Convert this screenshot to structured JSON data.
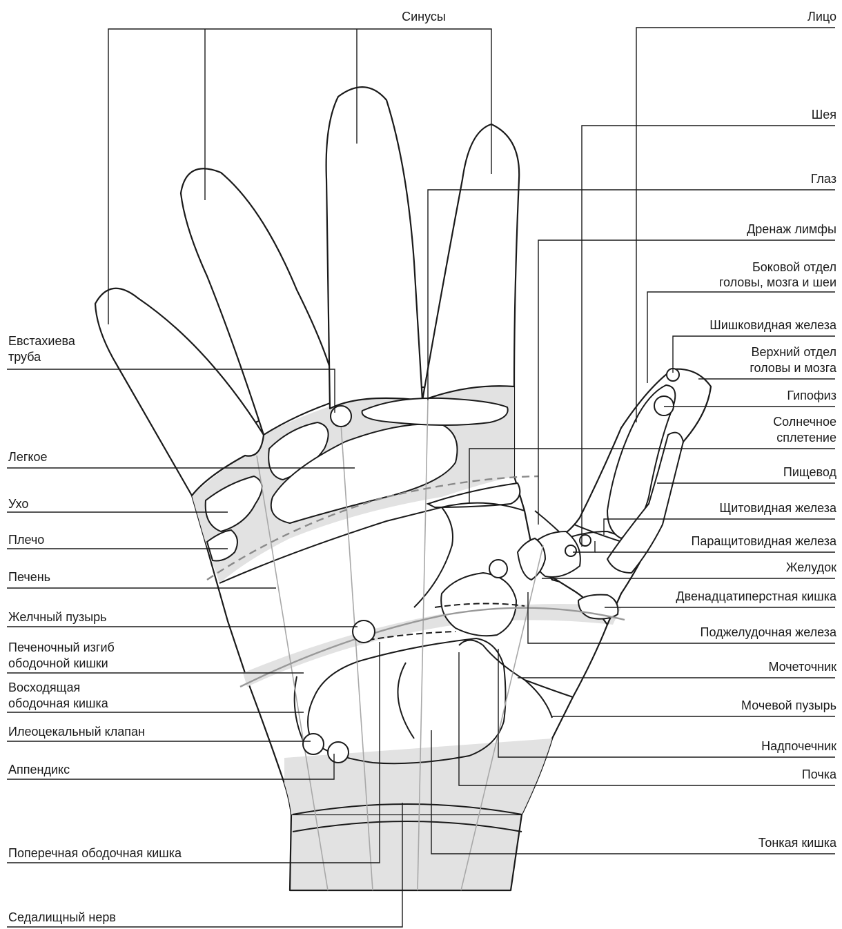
{
  "labels": {
    "sinuses": "Синусы",
    "face": "Лицо",
    "neck": "Шея",
    "eye": "Глаз",
    "lymph": "Дренаж лимфы",
    "side_head_1": "Боковой отдел",
    "side_head_2": "головы, мозга и шеи",
    "pineal": "Шишковидная железа",
    "top_head_1": "Верхний отдел",
    "top_head_2": "головы и мозга",
    "pituitary": "Гипофиз",
    "solar_1": "Солнечное",
    "solar_2": "сплетение",
    "esophagus": "Пищевод",
    "thyroid": "Щитовидная железа",
    "parathyroid": "Паращитовидная железа",
    "stomach": "Желудок",
    "duodenum": "Двенадцатиперстная кишка",
    "pancreas": "Поджелудочная железа",
    "ureter": "Мочеточник",
    "bladder": "Мочевой пузырь",
    "adrenal": "Надпочечник",
    "kidney": "Почка",
    "small_intestine": "Тонкая кишка",
    "eustachian_1": "Евстахиева",
    "eustachian_2": "труба",
    "lung": "Легкое",
    "ear": "Ухо",
    "shoulder": "Плечо",
    "liver": "Печень",
    "gallbladder": "Желчный пузырь",
    "hepatic_flexure_1": "Печеночный изгиб",
    "hepatic_flexure_2": "ободочной кишки",
    "ascending_colon_1": "Восходящая",
    "ascending_colon_2": "ободочная кишка",
    "ileocecal": "Илеоцекальный клапан",
    "appendix": "Аппендикс",
    "transverse_colon": "Поперечная ободочная кишка",
    "sciatic": "Седалищный нерв"
  }
}
